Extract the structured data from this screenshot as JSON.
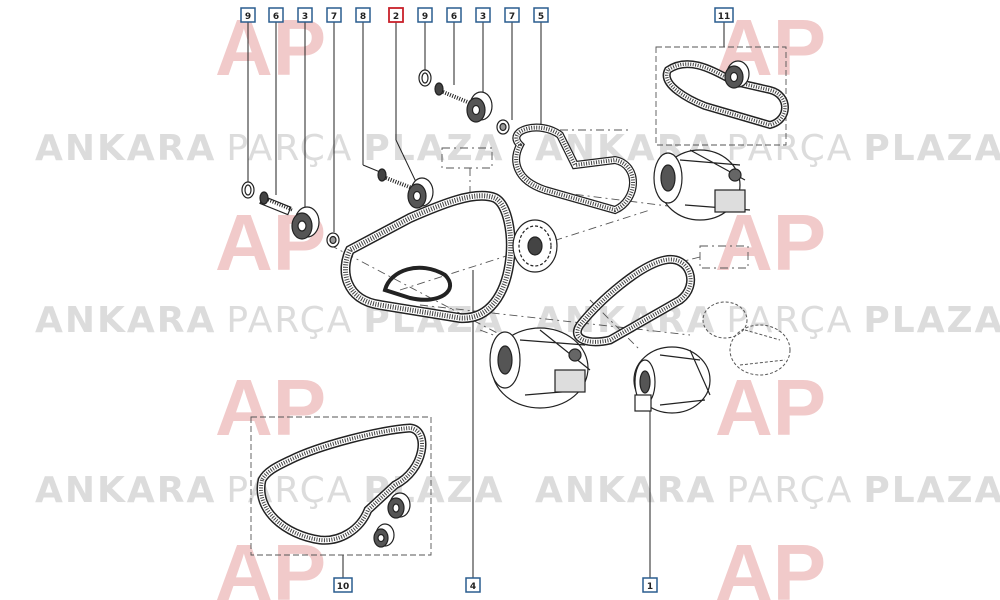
{
  "watermark": {
    "brand_bold_1": "ANKARA",
    "brand_light": "PARÇA",
    "brand_bold_2": "PLAZA",
    "logo_letters": "AP",
    "color_text": "#dcdcdc",
    "color_logo": "#f1caca"
  },
  "callouts": [
    {
      "id": "c9a",
      "label": "9",
      "highlight": false
    },
    {
      "id": "c6a",
      "label": "6",
      "highlight": false
    },
    {
      "id": "c3a",
      "label": "3",
      "highlight": false
    },
    {
      "id": "c7a",
      "label": "7",
      "highlight": false
    },
    {
      "id": "c8",
      "label": "8",
      "highlight": false
    },
    {
      "id": "c2",
      "label": "2",
      "highlight": true
    },
    {
      "id": "c9b",
      "label": "9",
      "highlight": false
    },
    {
      "id": "c6b",
      "label": "6",
      "highlight": false
    },
    {
      "id": "c3b",
      "label": "3",
      "highlight": false
    },
    {
      "id": "c7b",
      "label": "7",
      "highlight": false
    },
    {
      "id": "c5",
      "label": "5",
      "highlight": false
    },
    {
      "id": "c11",
      "label": "11",
      "highlight": false
    },
    {
      "id": "c10",
      "label": "10",
      "highlight": false
    },
    {
      "id": "c4",
      "label": "4",
      "highlight": false
    },
    {
      "id": "c1",
      "label": "1",
      "highlight": false
    }
  ],
  "colors": {
    "line": "#222222",
    "callout_border": "#2a5d8f",
    "callout_highlight": "#c8202a",
    "dashed": "#555555"
  }
}
